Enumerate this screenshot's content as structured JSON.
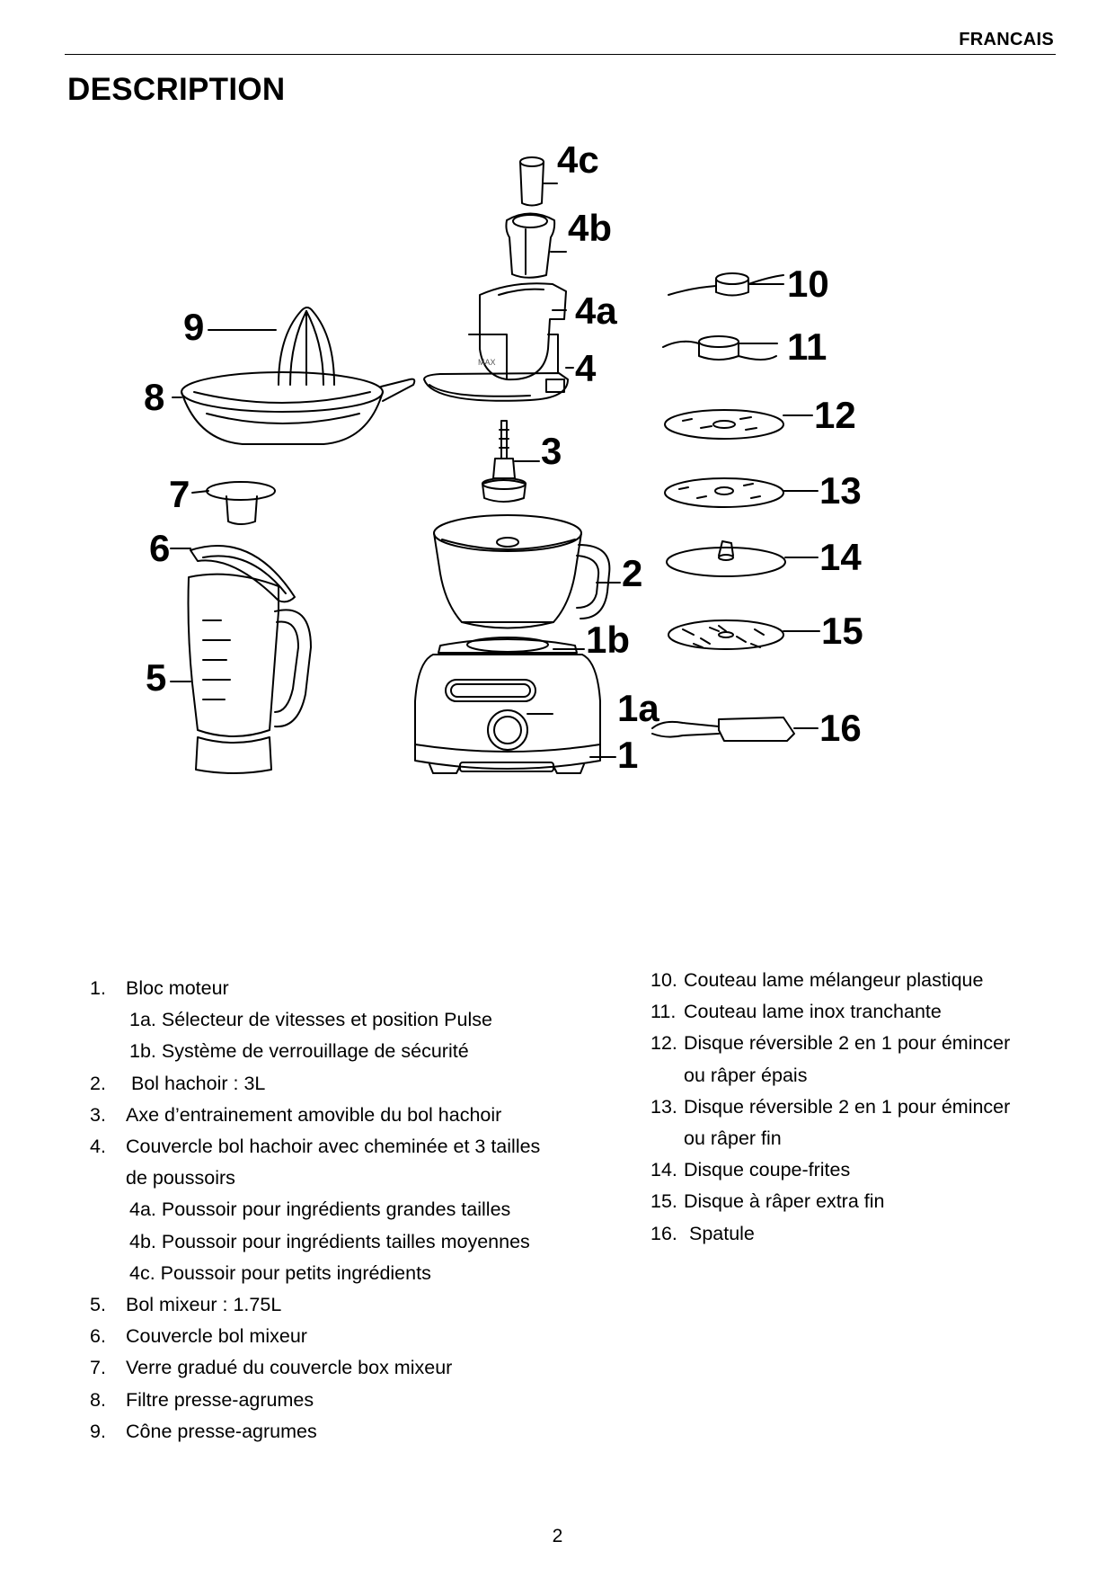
{
  "header": {
    "language": "FRANCAIS"
  },
  "section_title": "DESCRIPTION",
  "figure": {
    "callouts": [
      "4c",
      "4b",
      "4a",
      "4",
      "3",
      "2",
      "1b",
      "1a",
      "1",
      "9",
      "8",
      "7",
      "6",
      "5",
      "10",
      "11",
      "12",
      "13",
      "14",
      "15",
      "16"
    ],
    "bowl_marking": "MAX"
  },
  "parts_left": [
    {
      "num": "1.",
      "text": "Bloc moteur"
    },
    {
      "sub": "1a. Sélecteur de vitesses et position Pulse"
    },
    {
      "sub": "1b. Système de verrouillage de sécurité"
    },
    {
      "num": "2.",
      "text": " Bol hachoir : 3L"
    },
    {
      "num": "3.",
      "text": "Axe d’entrainement amovible du bol hachoir"
    },
    {
      "num": "4.",
      "text": "Couvercle bol hachoir avec cheminée et 3 tailles"
    },
    {
      "cont": "de poussoirs"
    },
    {
      "sub": "4a. Poussoir pour ingrédients grandes tailles"
    },
    {
      "sub": "4b. Poussoir pour ingrédients tailles moyennes"
    },
    {
      "sub": "4c. Poussoir pour petits ingrédients"
    },
    {
      "num": "5.",
      "text": "Bol mixeur : 1.75L"
    },
    {
      "num": "6.",
      "text": "Couvercle bol mixeur"
    },
    {
      "num": "7.",
      "text": "Verre gradué du couvercle box mixeur"
    },
    {
      "num": "8.",
      "text": "Filtre presse-agrumes"
    },
    {
      "num": "9.",
      "text": "Cône presse-agrumes"
    }
  ],
  "parts_right": [
    {
      "num": "10.",
      "text": "Couteau lame mélangeur plastique"
    },
    {
      "num": "11.",
      "text": "Couteau lame inox tranchante"
    },
    {
      "num": "12.",
      "text": "Disque réversible 2 en 1 pour émincer"
    },
    {
      "cont": "ou râper épais"
    },
    {
      "num": "13.",
      "text": "Disque réversible 2 en 1 pour émincer"
    },
    {
      "cont": "ou râper fin"
    },
    {
      "num": "14.",
      "text": "Disque coupe-frites"
    },
    {
      "num": "15.",
      "text": "Disque à râper extra fin"
    },
    {
      "num": "16.",
      "text": " Spatule"
    }
  ],
  "page_number": "2"
}
